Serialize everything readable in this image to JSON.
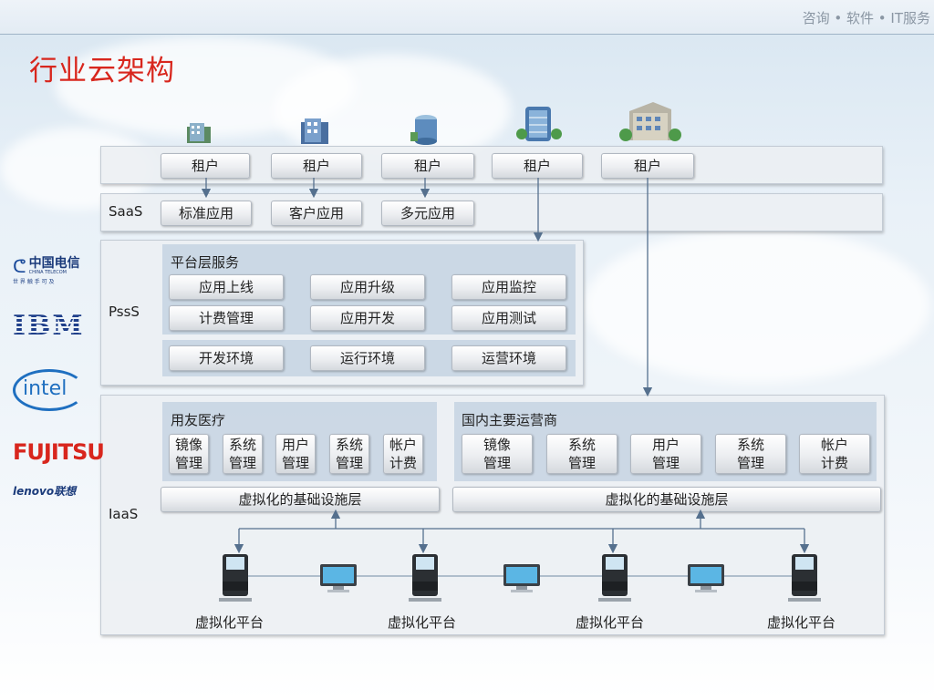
{
  "header": {
    "tagline": "咨询 • 软件 • IT服务"
  },
  "title": "行业云架构",
  "tenants": [
    "租户",
    "租户",
    "租户",
    "租户",
    "租户"
  ],
  "saas": {
    "label": "SaaS",
    "apps": [
      "标准应用",
      "客户应用",
      "多元应用"
    ]
  },
  "pass": {
    "label": "PssS",
    "group_title": "平台层服务",
    "services": [
      "应用上线",
      "应用升级",
      "应用监控",
      "计费管理",
      "应用开发",
      "应用测试"
    ],
    "environments": [
      "开发环境",
      "运行环境",
      "运营环境"
    ]
  },
  "iaas": {
    "label": "IaaS",
    "left": {
      "title": "用友医疗",
      "modules": [
        "镜像管理",
        "系统管理",
        "用户管理",
        "系统管理",
        "帐户计费"
      ],
      "infra": "虚拟化的基础设施层"
    },
    "right": {
      "title": "国内主要运营商",
      "modules": [
        "镜像管理",
        "系统管理",
        "用户管理",
        "系统管理",
        "帐户计费"
      ],
      "infra": "虚拟化的基础设施层"
    },
    "platforms": [
      "虚拟化平台",
      "虚拟化平台",
      "虚拟化平台",
      "虚拟化平台"
    ]
  },
  "logos": [
    {
      "name": "中国电信",
      "sub": "CHINA TELECOM",
      "slogan": "世 界 触 手 可 及"
    },
    {
      "name": "IBM"
    },
    {
      "name": "intel"
    },
    {
      "name": "FUJITSU"
    },
    {
      "name": "lenovo联想"
    }
  ],
  "colors": {
    "title_red": "#d8261d",
    "connector": "#55708e",
    "band_bg": "#eceff3",
    "inner_bg": "#c6d4e2"
  }
}
